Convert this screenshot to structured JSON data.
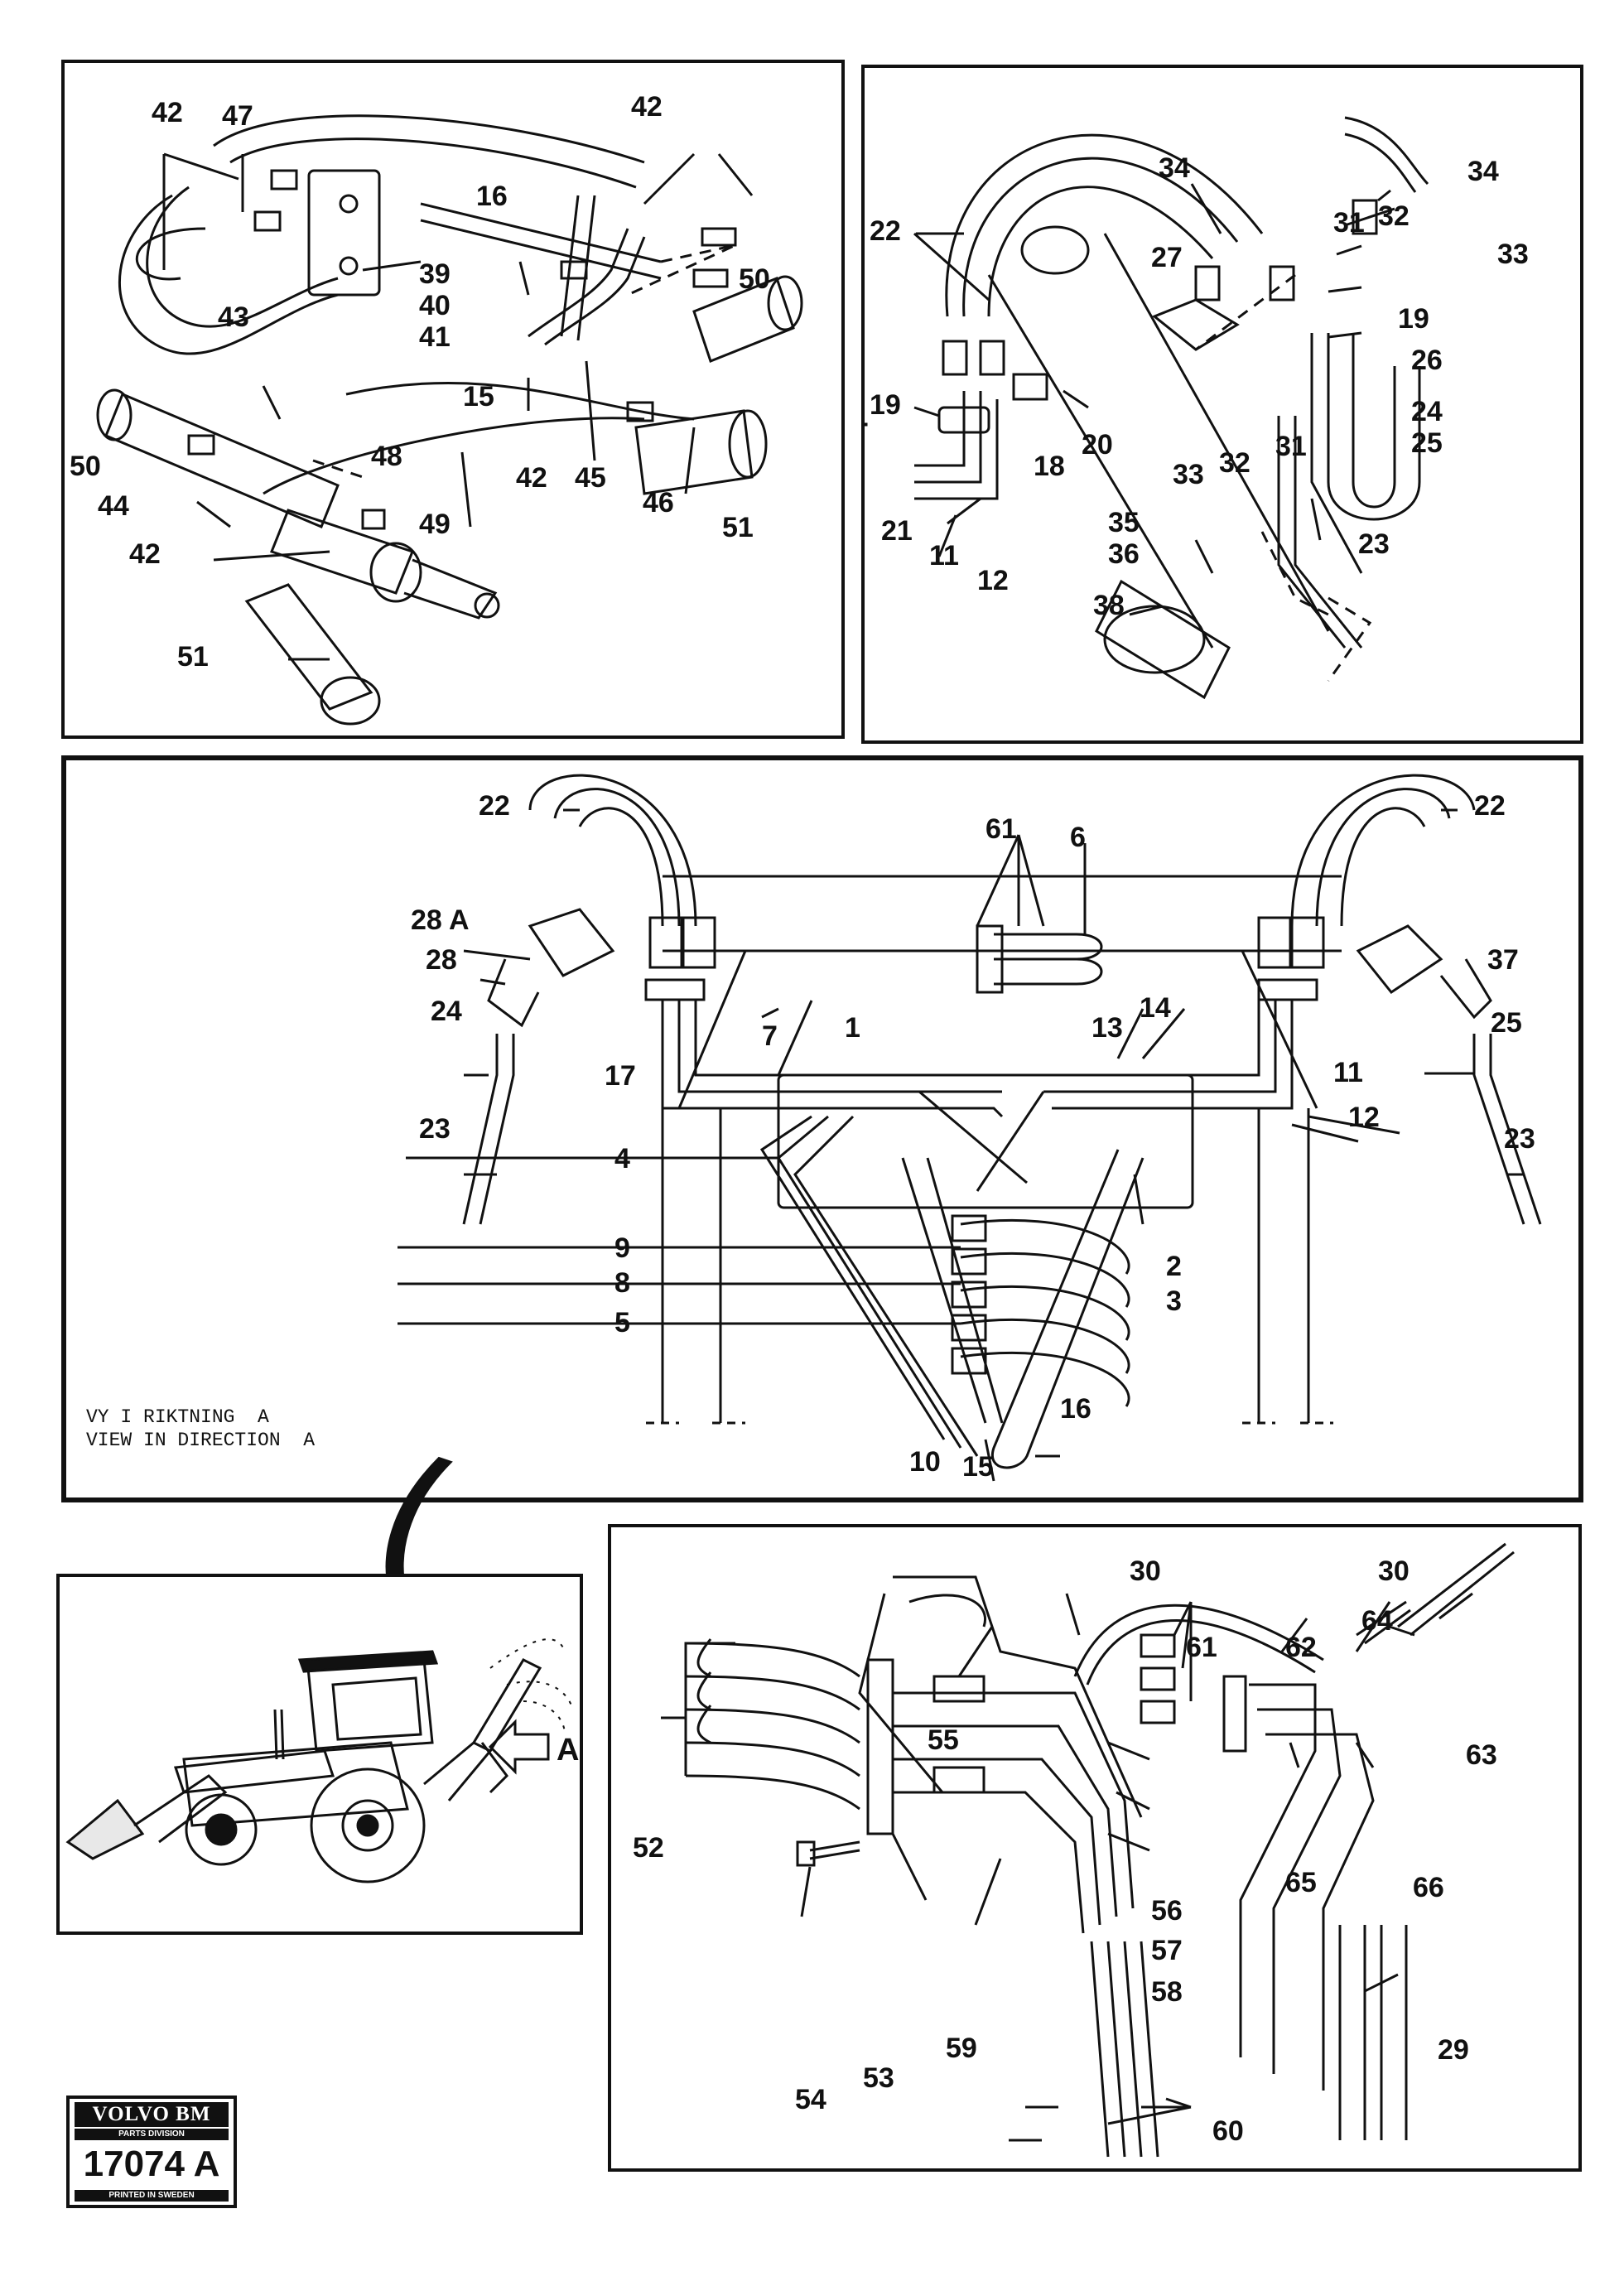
{
  "panels": {
    "top_left": {
      "labels": [
        "42",
        "47",
        "42",
        "16",
        "39",
        "40",
        "41",
        "50",
        "43",
        "15",
        "48",
        "45",
        "42",
        "46",
        "50",
        "44",
        "49",
        "51",
        "42",
        "51"
      ]
    },
    "top_right": {
      "labels": [
        "22",
        "34",
        "34",
        "31",
        "32",
        "33",
        "27",
        "19",
        "26",
        "24",
        "25",
        "19",
        "18",
        "20",
        "21",
        "11",
        "12",
        "33",
        "32",
        "31",
        "35",
        "36",
        "38",
        "23"
      ]
    },
    "middle": {
      "labels": [
        "22",
        "61",
        "6",
        "22",
        "28 A",
        "28",
        "37",
        "24",
        "7",
        "1",
        "13",
        "14",
        "25",
        "17",
        "11",
        "12",
        "23",
        "23",
        "4",
        "9",
        "8",
        "5",
        "2",
        "3",
        "16",
        "10",
        "15"
      ],
      "caption_sv": "VY I RIKTNING  A",
      "caption_en": "VIEW IN DIRECTION  A"
    },
    "bottom_right": {
      "labels": [
        "30",
        "30",
        "61",
        "62",
        "64",
        "55",
        "63",
        "52",
        "56",
        "65",
        "66",
        "57",
        "58",
        "54",
        "53",
        "59",
        "29",
        "60"
      ]
    },
    "machine": {
      "arrow_label": "A"
    }
  },
  "logo": {
    "brand": "VOLVO BM",
    "division": "PARTS DIVISION",
    "code": "17074 A",
    "printed": "PRINTED IN SWEDEN"
  }
}
